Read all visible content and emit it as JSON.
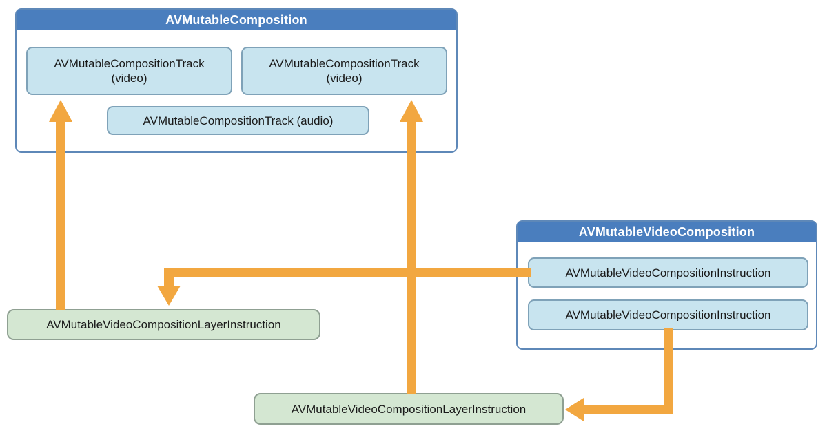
{
  "composition": {
    "title": "AVMutableComposition",
    "tracks": [
      {
        "line1": "AVMutableCompositionTrack",
        "line2": "(video)"
      },
      {
        "line1": "AVMutableCompositionTrack",
        "line2": "(video)"
      },
      {
        "line1": "AVMutableCompositionTrack (audio)"
      }
    ]
  },
  "video_composition": {
    "title": "AVMutableVideoComposition",
    "instructions": [
      "AVMutableVideoCompositionInstruction",
      "AVMutableVideoCompositionInstruction"
    ]
  },
  "layer_instructions": {
    "left": "AVMutableVideoCompositionLayerInstruction",
    "bottom": "AVMutableVideoCompositionLayerInstruction"
  },
  "arrows": [
    {
      "name": "left-layer-instruction-to-video-track-1",
      "direction": "up"
    },
    {
      "name": "bottom-layer-instruction-to-video-track-2",
      "direction": "up"
    },
    {
      "name": "instruction-1-to-left-layer-instruction",
      "direction": "left-then-down"
    },
    {
      "name": "instruction-2-to-bottom-layer-instruction",
      "direction": "down-then-left"
    }
  ],
  "colors": {
    "header_blue": "#4a7ebe",
    "panel_border": "#5e88b8",
    "track_fill": "#c8e4ef",
    "track_border": "#7fa2b8",
    "green_fill": "#d4e7d2",
    "green_border": "#8fa092",
    "arrow_orange": "#f2a740",
    "text_dark": "#1a1a1a"
  }
}
